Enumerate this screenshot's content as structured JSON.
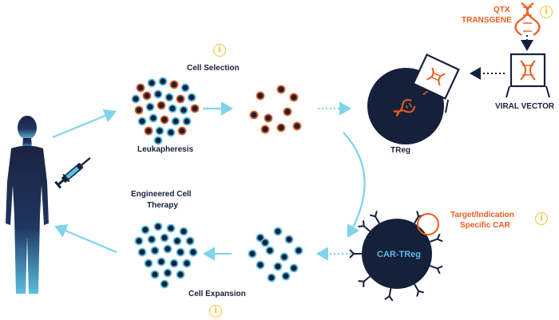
{
  "labels": {
    "cell_selection": "Cell Selection",
    "leukapheresis": "Leukapheresis",
    "treg": "TReg",
    "car_treg": "CAR-TReg",
    "engineered": [
      "Engineered Cell",
      "Therapy"
    ],
    "cell_expansion": "Cell Expansion",
    "qtx_transgene": [
      "QTX",
      "TRANSGENE"
    ],
    "viral_vector": "VIRAL VECTOR",
    "target_car": [
      "Target/Indication",
      "Specific CAR"
    ]
  },
  "info_icons": [
    "i",
    "i",
    "i",
    "i"
  ],
  "colors": {
    "navy": "#15213b",
    "orange": "#e85d1f",
    "cyan": "#7fd3ea",
    "info_yellow": "#f2c230",
    "human_gradient_top": "#1b2340",
    "human_gradient_bottom": "#5bbde0"
  },
  "icons": [
    "human-figure",
    "syringe-icon",
    "dna-icon",
    "viral-vector-icon",
    "info-icon"
  ]
}
